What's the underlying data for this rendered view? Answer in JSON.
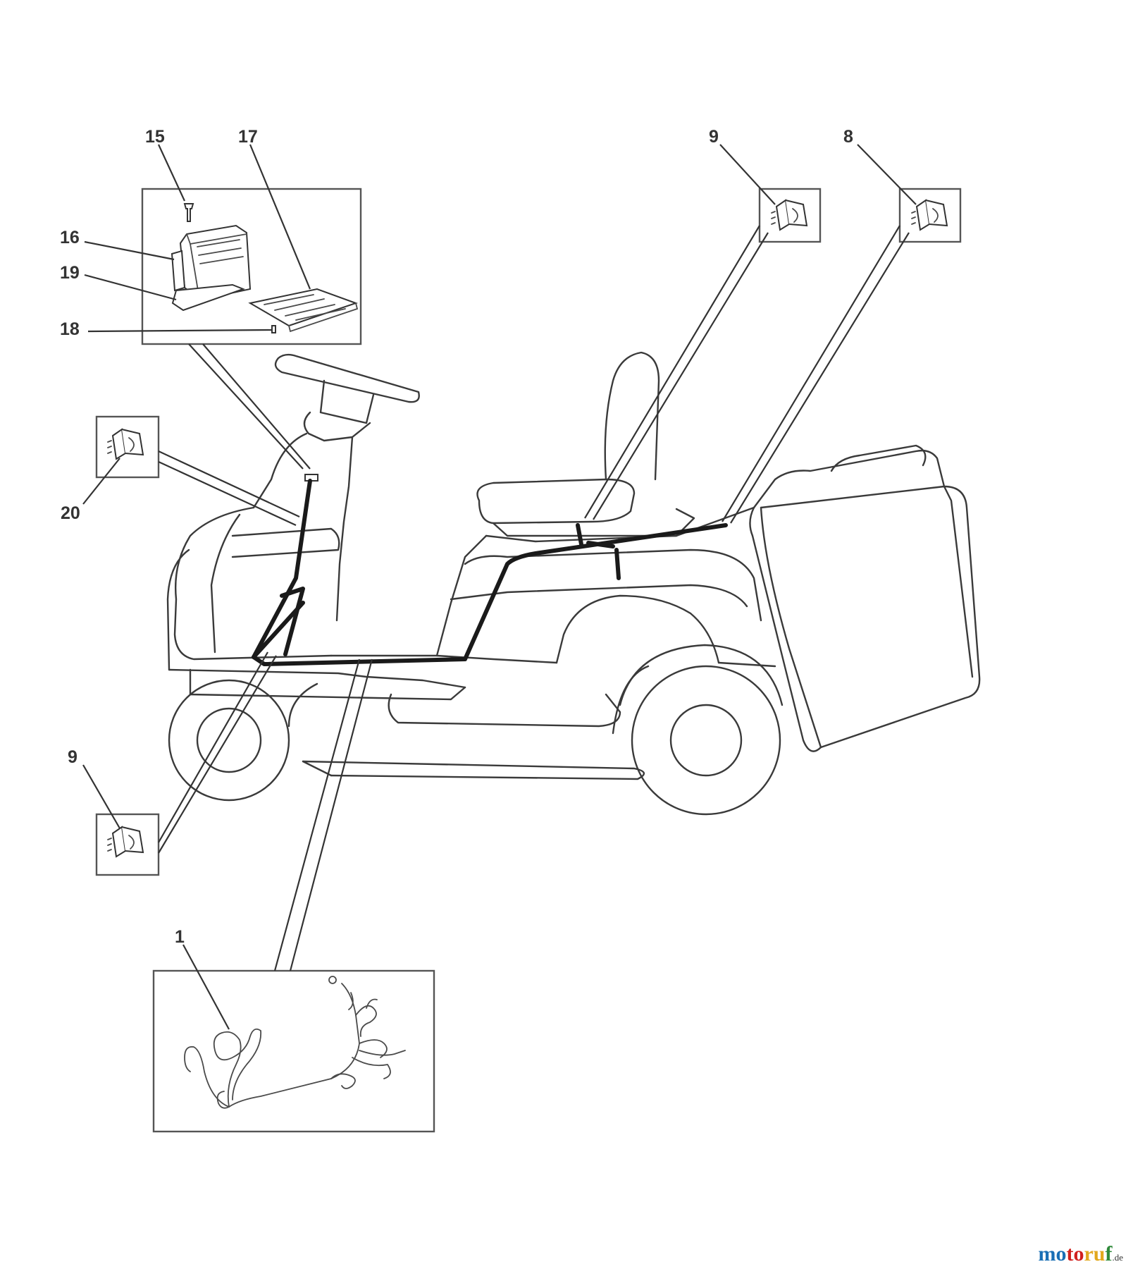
{
  "callouts": {
    "c15": "15",
    "c17": "17",
    "c16": "16",
    "c19": "19",
    "c18": "18",
    "c9_top": "9",
    "c8": "8",
    "c20": "20",
    "c9_left": "9",
    "c1": "1"
  },
  "watermark": {
    "part1": "mo",
    "part2": "to",
    "part3": "ru",
    "part4": "f",
    "suffix": ".de"
  }
}
